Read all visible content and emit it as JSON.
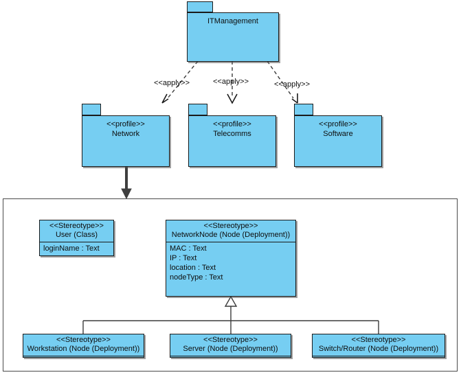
{
  "diagram": {
    "type": "uml-profile-diagram",
    "colors": {
      "node_fill": "#76CEF2",
      "node_stroke": "#1a1a1a",
      "frame_stroke": "#4a4a4a",
      "connector": "#3a3a3a",
      "import_arrow": "#3f3f3f",
      "background": "#ffffff"
    }
  },
  "root_package": {
    "name": "ITManagement"
  },
  "profiles": [
    {
      "stereotype": "<<profile>>",
      "name": "Network"
    },
    {
      "stereotype": "<<profile>>",
      "name": "Telecomms"
    },
    {
      "stereotype": "<<profile>>",
      "name": "Software"
    }
  ],
  "apply_edges": [
    {
      "label": "<<apply>>",
      "from": "ITManagement",
      "to": "Network"
    },
    {
      "label": "<<apply>>",
      "from": "ITManagement",
      "to": "Telecomms"
    },
    {
      "label": "<<apply>>",
      "from": "ITManagement",
      "to": "Software"
    }
  ],
  "stereotypes": {
    "user": {
      "stereotype": "<<Stereotype>>",
      "name": "User (Class)",
      "attributes": [
        "loginName : Text"
      ]
    },
    "network_node": {
      "stereotype": "<<Stereotype>>",
      "name": "NetworkNode (Node (Deployment))",
      "attributes": [
        "MAC : Text",
        "IP : Text",
        "location : Text",
        "nodeType : Text"
      ]
    },
    "workstation": {
      "stereotype": "<<Stereotype>>",
      "name": "Workstation (Node (Deployment))",
      "attributes": []
    },
    "server": {
      "stereotype": "<<Stereotype>>",
      "name": "Server (Node (Deployment))",
      "attributes": []
    },
    "switch_router": {
      "stereotype": "<<Stereotype>>",
      "name": "Switch/Router (Node (Deployment))",
      "attributes": []
    }
  },
  "generalizations": [
    {
      "parent": "NetworkNode (Node (Deployment))",
      "child": "Workstation (Node (Deployment))"
    },
    {
      "parent": "NetworkNode (Node (Deployment))",
      "child": "Server (Node (Deployment))"
    },
    {
      "parent": "NetworkNode (Node (Deployment))",
      "child": "Switch/Router (Node (Deployment))"
    }
  ]
}
